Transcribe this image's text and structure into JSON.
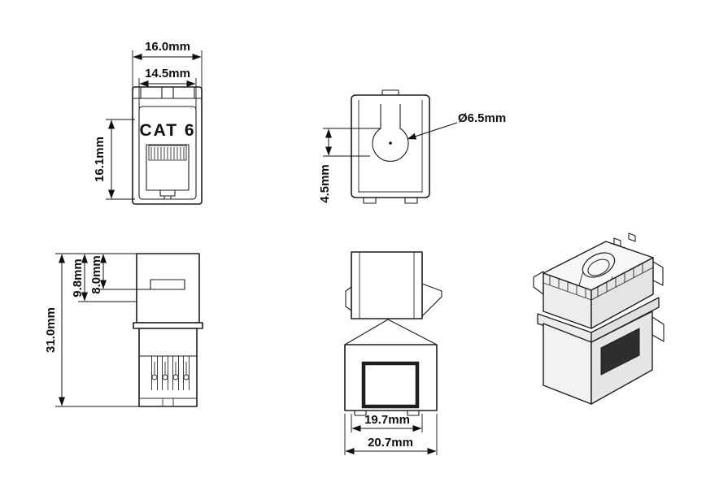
{
  "labels": {
    "product": "CAT 6"
  },
  "dimensions": {
    "front_view": {
      "outer_width": "16.0mm",
      "inner_width": "14.5mm",
      "face_height": "16.1mm"
    },
    "top_view": {
      "hole_diameter": "Ø6.5mm",
      "hole_offset": "4.5mm"
    },
    "full_view": {
      "total_height": "31.0mm",
      "upper_height": "9.8mm",
      "slot_height": "8.0mm"
    },
    "side_view": {
      "body_width": "19.7mm",
      "overall_width": "20.7mm"
    }
  }
}
